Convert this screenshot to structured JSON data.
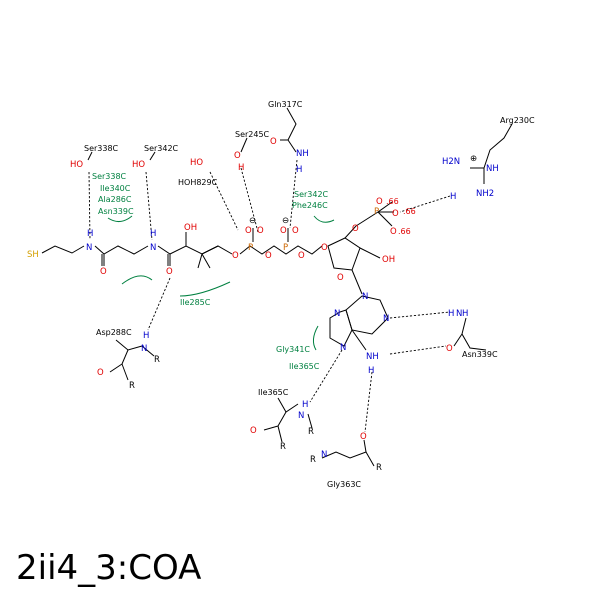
{
  "title": "2ii4_3:COA",
  "colors": {
    "oxygen": "#e00000",
    "nitrogen": "#0000cc",
    "sulfur": "#d4a000",
    "phosphorus": "#cc6600",
    "hydrophobic": "#008040",
    "bond": "#000000"
  },
  "residues": {
    "ser338": "Ser338C",
    "ser342": "Ser342C",
    "hoh829": "HOH829C",
    "ser245": "Ser245C",
    "gln317": "Gln317C",
    "arg230": "Arg230C",
    "asp288": "Asp288C",
    "asn339": "Asn339C",
    "ile365": "Ile365C",
    "gly363": "Gly363C"
  },
  "hydrophobic_labels": {
    "group1": [
      "Ser338C",
      "Ile340C",
      "Ala286C",
      "Asn339C"
    ],
    "group2": [
      "Ser342C",
      "Phe246C"
    ],
    "ile285": "Ile285C",
    "group3": [
      "Gly341C",
      "Ile365C"
    ]
  },
  "distances": {
    "d1": ".66",
    "d2": ".66",
    "d3": ".66"
  },
  "atoms": {
    "S": "SH",
    "N": "N",
    "NH": "NH",
    "H": "H",
    "O": "O",
    "OH": "OH",
    "HO": "HO",
    "P": "P",
    "R": "R",
    "HN": "HN",
    "NH2": "NH2",
    "H2N": "H2N",
    "minus": "⊖",
    "plus": "⊕"
  }
}
